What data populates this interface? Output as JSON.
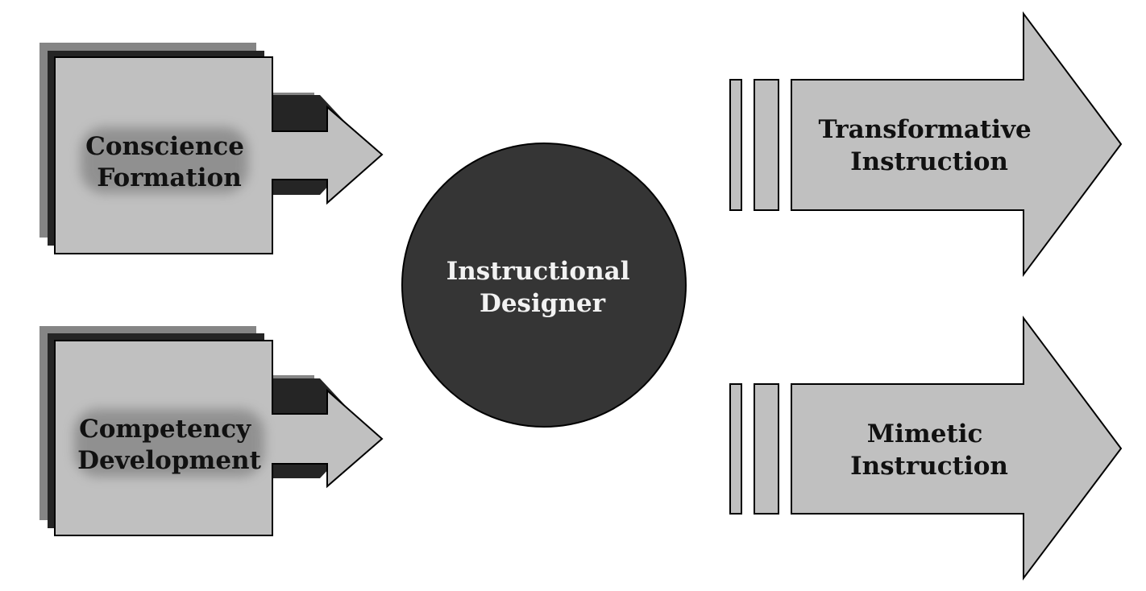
{
  "inputs": [
    {
      "line1": "Conscience",
      "line2": "Formation"
    },
    {
      "line1": "Competency",
      "line2": "Development"
    }
  ],
  "center": {
    "line1": "Instructional",
    "line2": "Designer"
  },
  "outputs": [
    {
      "line1": "Transformative",
      "line2": "Instruction"
    },
    {
      "line1": "Mimetic",
      "line2": "Instruction"
    }
  ],
  "colors": {
    "box_fill": "#c0c0c0",
    "outline": "#000000",
    "shadow_dark": "#252525",
    "shadow_mid": "#858585",
    "circle_fill": "#353535",
    "dark_text": "#111111",
    "light_text": "#f2f2f2"
  }
}
